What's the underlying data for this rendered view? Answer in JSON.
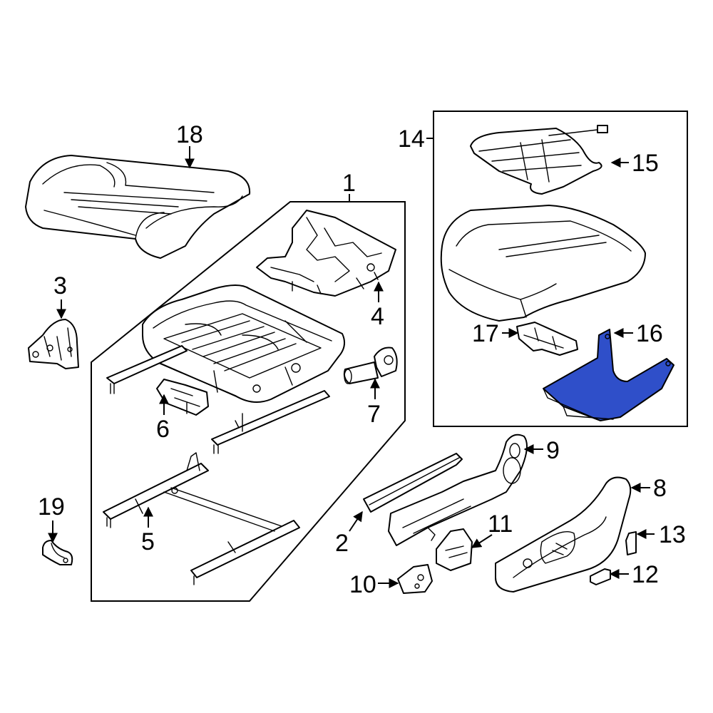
{
  "highlight_color": "#2f4fc9",
  "callouts": {
    "c1": "1",
    "c2": "2",
    "c3": "3",
    "c4": "4",
    "c5": "5",
    "c6": "6",
    "c7": "7",
    "c8": "8",
    "c9": "9",
    "c10": "10",
    "c11": "11",
    "c12": "12",
    "c13": "13",
    "c14": "14",
    "c15": "15",
    "c16": "16",
    "c17": "17",
    "c18": "18",
    "c19": "19"
  }
}
